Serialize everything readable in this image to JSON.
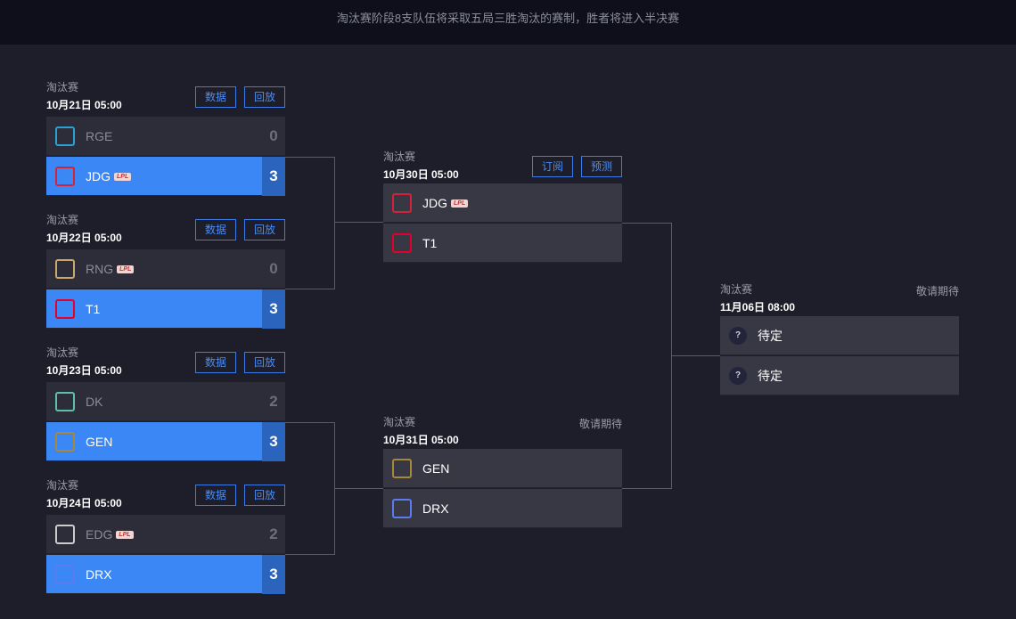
{
  "header": {
    "notice": "淘汰赛阶段8支队伍将采取五局三胜淘汰的赛制，胜者将进入半决赛"
  },
  "quarterfinals": [
    {
      "stage": "淘汰赛",
      "date": "10月21日 05:00",
      "buttons": [
        "数据",
        "回放"
      ],
      "teams": [
        {
          "name": "RGE",
          "score": "0",
          "lpl": false,
          "color": "#2aa0d8",
          "win": false
        },
        {
          "name": "JDG",
          "score": "3",
          "lpl": true,
          "color": "#d3233a",
          "win": true
        }
      ]
    },
    {
      "stage": "淘汰赛",
      "date": "10月22日 05:00",
      "buttons": [
        "数据",
        "回放"
      ],
      "teams": [
        {
          "name": "RNG",
          "score": "0",
          "lpl": true,
          "color": "#c9a86b",
          "win": false
        },
        {
          "name": "T1",
          "score": "3",
          "lpl": false,
          "color": "#e4002b",
          "win": true
        }
      ]
    },
    {
      "stage": "淘汰赛",
      "date": "10月23日 05:00",
      "buttons": [
        "数据",
        "回放"
      ],
      "teams": [
        {
          "name": "DK",
          "score": "2",
          "lpl": false,
          "color": "#5fc0a8",
          "win": false
        },
        {
          "name": "GEN",
          "score": "3",
          "lpl": false,
          "color": "#a5883a",
          "win": true
        }
      ]
    },
    {
      "stage": "淘汰赛",
      "date": "10月24日 05:00",
      "buttons": [
        "数据",
        "回放"
      ],
      "teams": [
        {
          "name": "EDG",
          "score": "2",
          "lpl": true,
          "color": "#cccccc",
          "win": false
        },
        {
          "name": "DRX",
          "score": "3",
          "lpl": false,
          "color": "#5b7bf0",
          "win": true
        }
      ]
    }
  ],
  "semifinals": [
    {
      "stage": "淘汰赛",
      "date": "10月30日 05:00",
      "buttons": [
        "订阅",
        "预测"
      ],
      "teams": [
        {
          "name": "JDG",
          "lpl": true,
          "color": "#d3233a"
        },
        {
          "name": "T1",
          "lpl": false,
          "color": "#e4002b"
        }
      ]
    },
    {
      "stage": "淘汰赛",
      "date": "10月31日 05:00",
      "status": "敬请期待",
      "teams": [
        {
          "name": "GEN",
          "lpl": false,
          "color": "#a5883a"
        },
        {
          "name": "DRX",
          "lpl": false,
          "color": "#5b7bf0"
        }
      ]
    }
  ],
  "final": {
    "stage": "淘汰赛",
    "date": "11月06日 08:00",
    "status": "敬请期待",
    "teams": [
      {
        "name": "待定",
        "icon": "?"
      },
      {
        "name": "待定",
        "icon": "?"
      }
    ]
  },
  "lpl_badge": "LPL"
}
